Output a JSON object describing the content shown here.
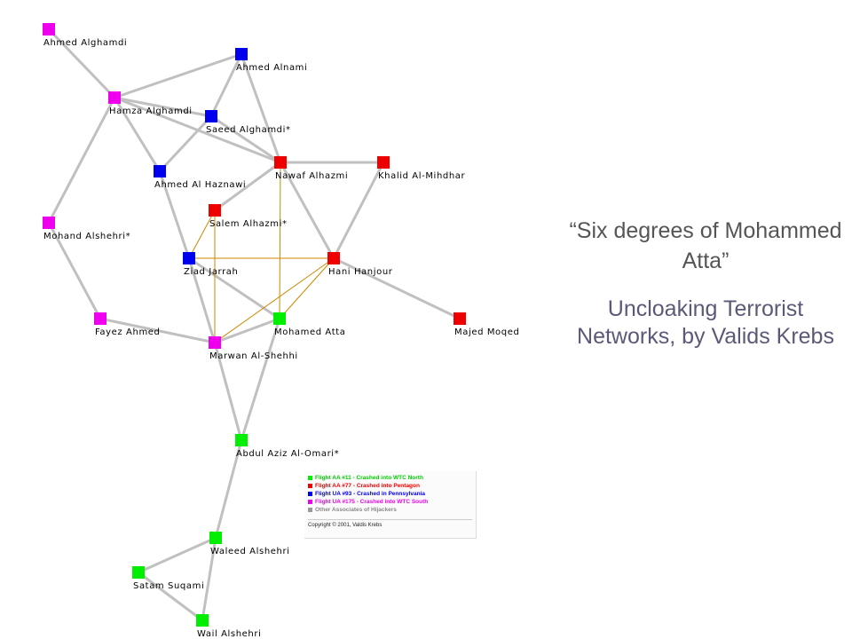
{
  "title": "“Six degrees of Mohammed Atta”",
  "subtitle": "Uncloaking Terrorist Networks, by Valids Krebs",
  "colors": {
    "green": "#00ee00",
    "red": "#ee0000",
    "blue": "#0000ee",
    "magenta": "#ee00ee",
    "gray": "#999999",
    "edge": "#c0c0c0",
    "strong_edge": "#cc8800"
  },
  "nodes": [
    {
      "id": "ahmed-alghamdi",
      "label": "Ahmed Alghamdi",
      "group": "magenta"
    },
    {
      "id": "ahmed-alnami",
      "label": "Ahmed Alnami",
      "group": "blue"
    },
    {
      "id": "hamza-alghamdi",
      "label": "Hamza Alghamdi",
      "group": "magenta"
    },
    {
      "id": "saeed-alghamdi",
      "label": "Saeed Alghamdi*",
      "group": "blue"
    },
    {
      "id": "nawaf-alhazmi",
      "label": "Nawaf Alhazmi",
      "group": "red"
    },
    {
      "id": "khalid-al-mihdhar",
      "label": "Khalid Al-Mihdhar",
      "group": "red"
    },
    {
      "id": "ahmed-al-haznawi",
      "label": "Ahmed Al Haznawi",
      "group": "blue"
    },
    {
      "id": "salem-alhazmi",
      "label": "Salem Alhazmi*",
      "group": "red"
    },
    {
      "id": "mohand-alshehri",
      "label": "Mohand Alshehri*",
      "group": "magenta"
    },
    {
      "id": "ziad-jarrah",
      "label": "Ziad Jarrah",
      "group": "blue"
    },
    {
      "id": "hani-hanjour",
      "label": "Hani Hanjour",
      "group": "red"
    },
    {
      "id": "fayez-ahmed",
      "label": "Fayez Ahmed",
      "group": "magenta"
    },
    {
      "id": "mohamed-atta",
      "label": "Mohamed Atta",
      "group": "green"
    },
    {
      "id": "majed-moqed",
      "label": "Majed Moqed",
      "group": "red"
    },
    {
      "id": "marwan-al-shehhi",
      "label": "Marwan Al-Shehhi",
      "group": "magenta"
    },
    {
      "id": "abdul-aziz-al-omari",
      "label": "Abdul Aziz Al-Omari*",
      "group": "green"
    },
    {
      "id": "waleed-alshehri",
      "label": "Waleed Alshehri",
      "group": "green"
    },
    {
      "id": "satam-suqami",
      "label": "Satam Suqami",
      "group": "green"
    },
    {
      "id": "wail-alshehri",
      "label": "Wail Alshehri",
      "group": "green"
    }
  ],
  "edges": [
    {
      "from": "ahmed-alghamdi",
      "to": "hamza-alghamdi",
      "strong": false
    },
    {
      "from": "hamza-alghamdi",
      "to": "ahmed-alnami",
      "strong": false
    },
    {
      "from": "hamza-alghamdi",
      "to": "saeed-alghamdi",
      "strong": false
    },
    {
      "from": "hamza-alghamdi",
      "to": "ahmed-al-haznawi",
      "strong": false
    },
    {
      "from": "hamza-alghamdi",
      "to": "nawaf-alhazmi",
      "strong": false
    },
    {
      "from": "hamza-alghamdi",
      "to": "mohand-alshehri",
      "strong": false
    },
    {
      "from": "ahmed-alnami",
      "to": "saeed-alghamdi",
      "strong": false
    },
    {
      "from": "ahmed-alnami",
      "to": "nawaf-alhazmi",
      "strong": false
    },
    {
      "from": "saeed-alghamdi",
      "to": "ahmed-al-haznawi",
      "strong": false
    },
    {
      "from": "saeed-alghamdi",
      "to": "nawaf-alhazmi",
      "strong": false
    },
    {
      "from": "nawaf-alhazmi",
      "to": "khalid-al-mihdhar",
      "strong": false
    },
    {
      "from": "nawaf-alhazmi",
      "to": "salem-alhazmi",
      "strong": false
    },
    {
      "from": "nawaf-alhazmi",
      "to": "hani-hanjour",
      "strong": false
    },
    {
      "from": "nawaf-alhazmi",
      "to": "mohamed-atta",
      "strong": true
    },
    {
      "from": "khalid-al-mihdhar",
      "to": "hani-hanjour",
      "strong": false
    },
    {
      "from": "ahmed-al-haznawi",
      "to": "ziad-jarrah",
      "strong": false
    },
    {
      "from": "salem-alhazmi",
      "to": "ziad-jarrah",
      "strong": true
    },
    {
      "from": "salem-alhazmi",
      "to": "marwan-al-shehhi",
      "strong": true
    },
    {
      "from": "ziad-jarrah",
      "to": "hani-hanjour",
      "strong": true
    },
    {
      "from": "ziad-jarrah",
      "to": "mohamed-atta",
      "strong": false
    },
    {
      "from": "ziad-jarrah",
      "to": "marwan-al-shehhi",
      "strong": false
    },
    {
      "from": "hani-hanjour",
      "to": "mohamed-atta",
      "strong": true
    },
    {
      "from": "hani-hanjour",
      "to": "marwan-al-shehhi",
      "strong": true
    },
    {
      "from": "hani-hanjour",
      "to": "majed-moqed",
      "strong": false
    },
    {
      "from": "mohand-alshehri",
      "to": "fayez-ahmed",
      "strong": false
    },
    {
      "from": "fayez-ahmed",
      "to": "marwan-al-shehhi",
      "strong": false
    },
    {
      "from": "mohamed-atta",
      "to": "marwan-al-shehhi",
      "strong": false
    },
    {
      "from": "mohamed-atta",
      "to": "abdul-aziz-al-omari",
      "strong": false
    },
    {
      "from": "marwan-al-shehhi",
      "to": "abdul-aziz-al-omari",
      "strong": false
    },
    {
      "from": "abdul-aziz-al-omari",
      "to": "waleed-alshehri",
      "strong": false
    },
    {
      "from": "waleed-alshehri",
      "to": "satam-suqami",
      "strong": false
    },
    {
      "from": "waleed-alshehri",
      "to": "wail-alshehri",
      "strong": false
    },
    {
      "from": "satam-suqami",
      "to": "wail-alshehri",
      "strong": false
    }
  ],
  "legend": {
    "items": [
      {
        "label": "Flight AA #11 - Crashed into WTC North",
        "color": "#00ee00",
        "text_color": "#00cc00"
      },
      {
        "label": "Flight AA #77 - Crashed into Pentagon",
        "color": "#ee0000",
        "text_color": "#ee0000"
      },
      {
        "label": "Flight UA #93 - Crashed in Pennsylvania",
        "color": "#0000ee",
        "text_color": "#0000ee"
      },
      {
        "label": "Flight UA #175 - Crashed into WTC South",
        "color": "#ee00ee",
        "text_color": "#ee00ee"
      },
      {
        "label": "Other Associates of Hijackers",
        "color": "#999999",
        "text_color": "#888888"
      }
    ],
    "copyright": "Copyright © 2001, Valdis Krebs"
  }
}
